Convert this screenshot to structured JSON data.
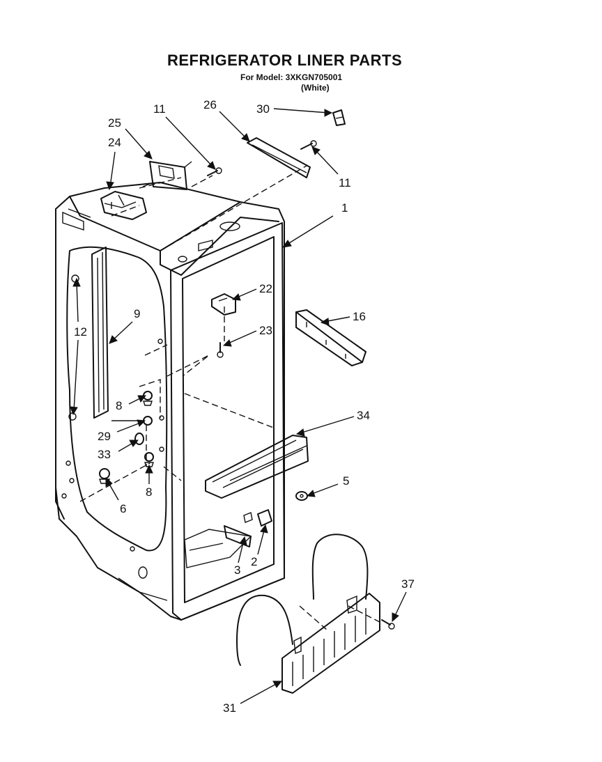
{
  "header": {
    "title": "REFRIGERATOR LINER PARTS",
    "model_line": "For Model: 3XKGN705001",
    "color_line": "(White)"
  },
  "callouts": [
    {
      "id": "c1",
      "label": "1"
    },
    {
      "id": "c2",
      "label": "2"
    },
    {
      "id": "c3",
      "label": "3"
    },
    {
      "id": "c5",
      "label": "5"
    },
    {
      "id": "c6",
      "label": "6"
    },
    {
      "id": "c8a",
      "label": "8"
    },
    {
      "id": "c8b",
      "label": "8"
    },
    {
      "id": "c9",
      "label": "9"
    },
    {
      "id": "c11a",
      "label": "11"
    },
    {
      "id": "c11b",
      "label": "11"
    },
    {
      "id": "c12",
      "label": "12"
    },
    {
      "id": "c16",
      "label": "16"
    },
    {
      "id": "c22",
      "label": "22"
    },
    {
      "id": "c23",
      "label": "23"
    },
    {
      "id": "c24",
      "label": "24"
    },
    {
      "id": "c25",
      "label": "25"
    },
    {
      "id": "c26",
      "label": "26"
    },
    {
      "id": "c29",
      "label": "29"
    },
    {
      "id": "c30",
      "label": "30"
    },
    {
      "id": "c31",
      "label": "31"
    },
    {
      "id": "c33",
      "label": "33"
    },
    {
      "id": "c34",
      "label": "34"
    },
    {
      "id": "c37",
      "label": "37"
    }
  ]
}
